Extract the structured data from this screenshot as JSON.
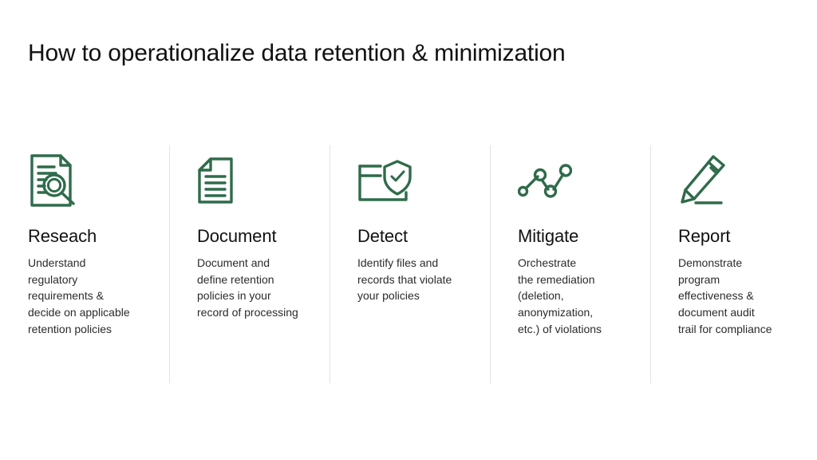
{
  "slide": {
    "title": "How to operationalize data retention & minimization",
    "accent_color": "#2f6b4a",
    "text_color": "#111111",
    "body_color": "#2b2b2b",
    "divider_color": "#e3e3e3",
    "background_color": "#ffffff"
  },
  "columns": [
    {
      "icon": "document-magnifier-icon",
      "heading": "Reseach",
      "body": "Understand\nregulatory\nrequirements &\ndecide on applicable\nretention policies"
    },
    {
      "icon": "document-lines-icon",
      "heading": "Document",
      "body": "Document and\ndefine retention\npolicies in your\nrecord of processing"
    },
    {
      "icon": "folder-shield-check-icon",
      "heading": "Detect",
      "body": "Identify files and\nrecords that violate\nyour policies"
    },
    {
      "icon": "node-graph-icon",
      "heading": "Mitigate",
      "body": "Orchestrate\nthe remediation\n(deletion,\nanonymization,\n etc.) of violations"
    },
    {
      "icon": "pencil-underline-icon",
      "heading": "Report",
      "body": "Demonstrate\nprogram\neffectiveness &\ndocument audit\ntrail for compliance"
    }
  ]
}
